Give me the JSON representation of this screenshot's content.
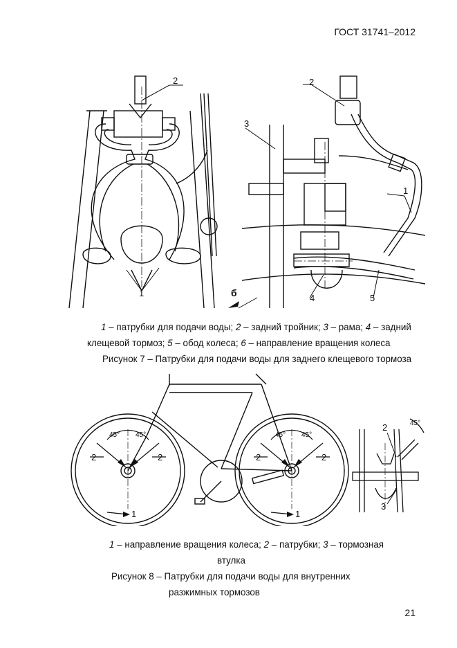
{
  "header": {
    "standard": "ГОСТ 31741–2012"
  },
  "figure7": {
    "left_callouts": [
      "2",
      "1"
    ],
    "right_callouts": [
      "2",
      "3",
      "1",
      "б",
      "4",
      "5"
    ],
    "legend": [
      {
        "n": "1",
        "t": " – патрубки для подачи воды; "
      },
      {
        "n": "2",
        "t": " – задний тройник; "
      },
      {
        "n": "3",
        "t": " – рама; "
      },
      {
        "n": "4",
        "t": " – задний"
      },
      {
        "pre": "клещевой тормоз; ",
        "n": "5",
        "t": " – обод колеса; "
      },
      {
        "n": "6",
        "t": " – направление вращения колеса"
      }
    ],
    "legend_line1": {
      "n1": "1",
      "t1": " – патрубки для подачи воды; ",
      "n2": "2",
      "t2": " – задний тройник; ",
      "n3": "3",
      "t3": " – рама; ",
      "n4": "4",
      "t4": " – задний"
    },
    "legend_line2": {
      "t0": "клещевой тормоз; ",
      "n5": "5",
      "t5": " – обод колеса; ",
      "n6": "6",
      "t6": " – направление вращения колеса"
    },
    "caption": "Рисунок 7 – Патрубки для подачи воды для заднего клещевого тормоза"
  },
  "figure8": {
    "front_wheel": {
      "angle_left": "45°",
      "angle_right": "45°",
      "nozzle_left": "2",
      "nozzle_right": "2",
      "rotation": "1"
    },
    "rear_wheel": {
      "angle_left": "45°",
      "angle_right": "45°",
      "nozzle_left": "2",
      "nozzle_right": "2",
      "rotation": "1"
    },
    "detail": {
      "angle": "45°",
      "nozzle": "2",
      "hub": "3"
    },
    "legend_line1": {
      "n1": "1",
      "t1": " – направление вращения колеса; ",
      "n2": "2",
      "t2": " – патрубки; ",
      "n3": "3",
      "t3": " – тормозная"
    },
    "legend_line2": "втулка",
    "caption_line1": "Рисунок 8 – Патрубки для подачи воды для внутренних",
    "caption_line2": "разжимных тормозов"
  },
  "page_number": "21"
}
